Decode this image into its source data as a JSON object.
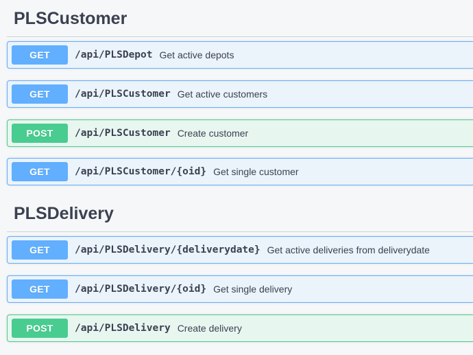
{
  "sections": [
    {
      "title": "PLSCustomer",
      "operations": [
        {
          "method": "GET",
          "path": "/api/PLSDepot",
          "summary": "Get active depots"
        },
        {
          "method": "GET",
          "path": "/api/PLSCustomer",
          "summary": "Get active customers"
        },
        {
          "method": "POST",
          "path": "/api/PLSCustomer",
          "summary": "Create customer"
        },
        {
          "method": "GET",
          "path": "/api/PLSCustomer/{oid}",
          "summary": "Get single customer"
        }
      ]
    },
    {
      "title": "PLSDelivery",
      "operations": [
        {
          "method": "GET",
          "path": "/api/PLSDelivery/{deliverydate}",
          "summary": "Get active deliveries from deliverydate"
        },
        {
          "method": "GET",
          "path": "/api/PLSDelivery/{oid}",
          "summary": "Get single delivery"
        },
        {
          "method": "POST",
          "path": "/api/PLSDelivery",
          "summary": "Create delivery"
        }
      ]
    }
  ],
  "colors": {
    "get": "#61affe",
    "post": "#49cc90",
    "text": "#3b4151"
  }
}
